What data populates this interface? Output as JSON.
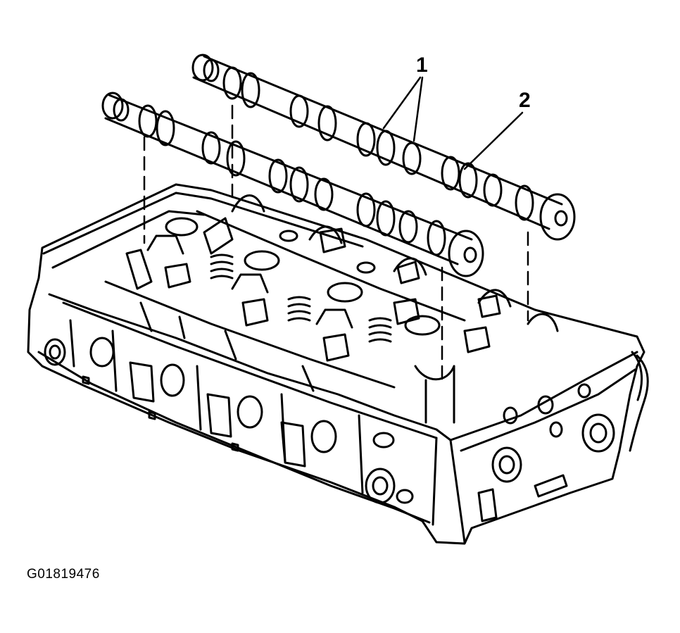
{
  "callouts": [
    {
      "id": "1",
      "label": "1"
    },
    {
      "id": "2",
      "label": "2"
    }
  ],
  "figure_id": "G01819476",
  "colors": {
    "line": "#000000",
    "background": "#ffffff"
  }
}
